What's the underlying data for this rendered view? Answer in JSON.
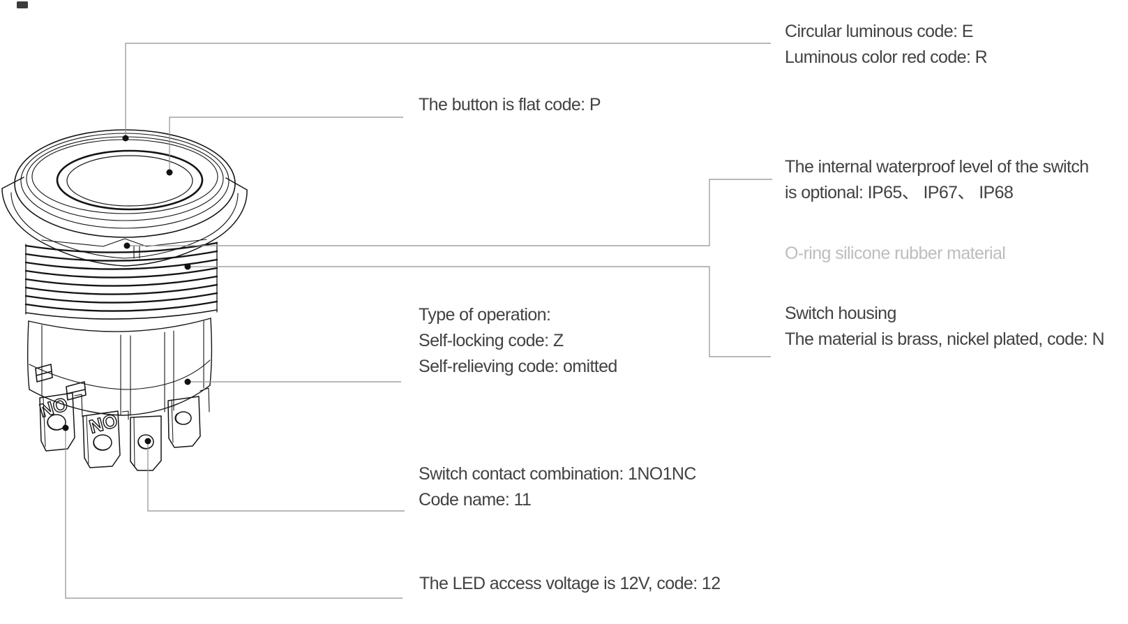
{
  "diagram": {
    "annotations": {
      "circular_luminous": {
        "lines": [
          "Circular luminous code: E",
          "Luminous color red code: R"
        ]
      },
      "button_flat": {
        "lines": [
          "The button is flat code: P"
        ]
      },
      "waterproof": {
        "lines": [
          "The internal waterproof level of the switch",
          "is optional: IP65、 IP67、 IP68"
        ]
      },
      "oring": {
        "lines": [
          "O-ring silicone rubber material"
        ]
      },
      "switch_housing": {
        "lines": [
          "Switch housing",
          "The material is brass, nickel plated, code: N"
        ]
      },
      "operation": {
        "lines": [
          "Type of operation:",
          "Self-locking code: Z",
          "Self-relieving code: omitted"
        ]
      },
      "contacts": {
        "lines": [
          "Switch contact combination: 1NO1NC",
          "Code name: 11"
        ]
      },
      "led": {
        "lines": [
          "The LED access voltage is 12V, code: 12"
        ]
      }
    },
    "part_labels": {
      "terminal_no_1": "NO",
      "terminal_no_2": "NO"
    },
    "colors": {
      "annotation_text": "#424242",
      "muted_text": "#bdbdbd",
      "drawing_stroke": "#141414",
      "leader_line": "#8f8f8f",
      "background": "#ffffff"
    }
  }
}
